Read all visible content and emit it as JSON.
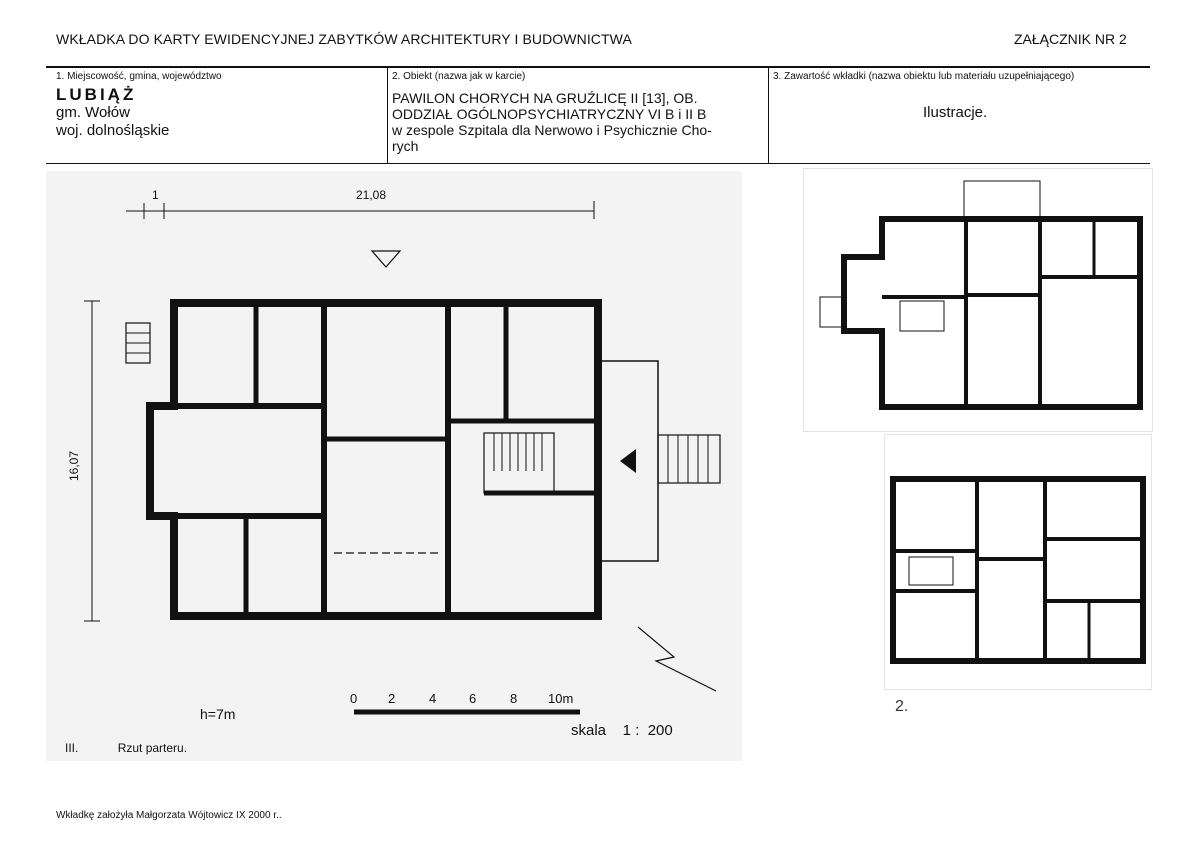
{
  "header": {
    "title": "WKŁADKA DO KARTY EWIDENCYJNEJ ZABYTKÓW ARCHITEKTURY I BUDOWNICTWA",
    "annex": "ZAŁĄCZNIK NR 2"
  },
  "fields": {
    "location_label": "1. Miejscowość, gmina, województwo",
    "town": "LUBIĄŻ",
    "commune": "gm. Wołów",
    "voivodeship": "woj. dolnośląskie",
    "object_label": "2. Obiekt (nazwa jak w karcie)",
    "object_lines": [
      "PAWILON CHORYCH NA GRUŹLICĘ II [13], OB.",
      "ODDZIAŁ OGÓLNOPSYCHIATRYCZNY VI B i II B",
      "w zespole Szpitala dla Nerwowo i Psychicznie Cho-",
      "rych"
    ],
    "content_label": "3. Zawartość wkładki (nazwa obiektu lub materiału uzupełniającego)",
    "content_value": "Ilustracje."
  },
  "plan": {
    "dim_small": "1",
    "dim_width": "21,08",
    "dim_height": "16,07",
    "height_note": "h=7m",
    "scale_ticks": [
      "0",
      "2",
      "4",
      "6",
      "8",
      "10m"
    ],
    "scale_text": "skala    1 :  200"
  },
  "caption": {
    "number": "III.",
    "text": "Rzut parteru."
  },
  "figure_number": "2.",
  "footer": "Wkładkę założyła Małgorzata Wójtowicz IX 2000 r.."
}
